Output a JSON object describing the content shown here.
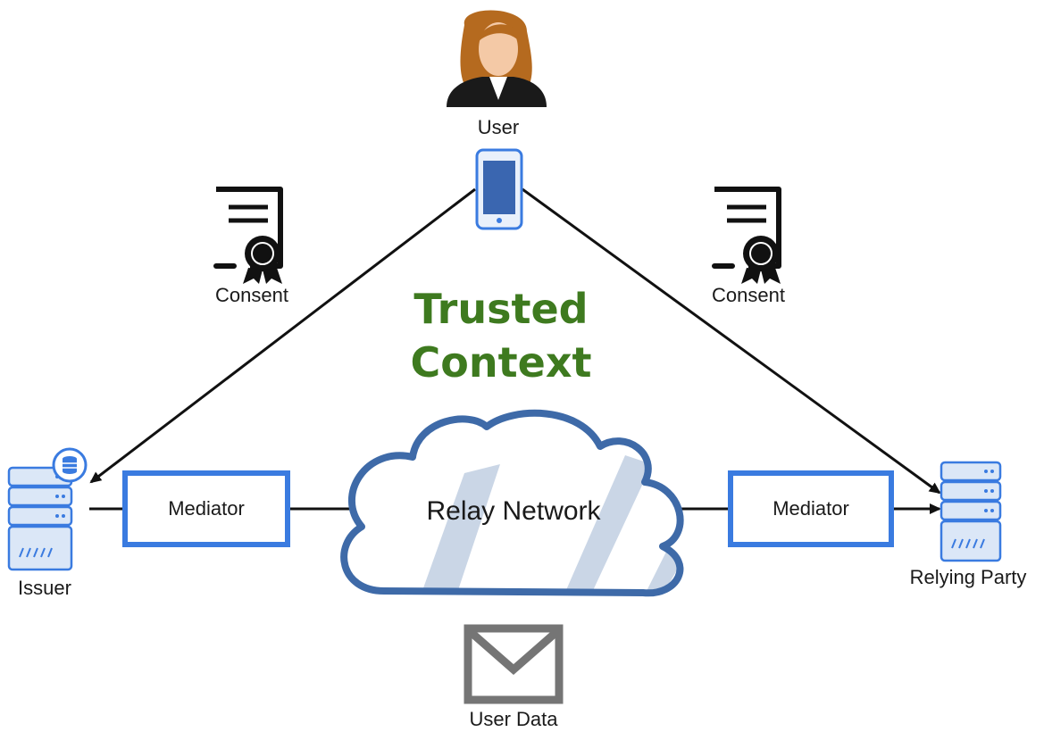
{
  "nodes": {
    "user": {
      "label": "User"
    },
    "issuer": {
      "label": "Issuer"
    },
    "relying_party": {
      "label": "Relying Party"
    }
  },
  "documents": {
    "consent_left": "Consent",
    "consent_right": "Consent",
    "user_data": "User Data"
  },
  "mediators": {
    "left": "Mediator",
    "right": "Mediator"
  },
  "relay_network": {
    "label": "Relay Network"
  },
  "context": {
    "line1": "Trusted",
    "line2": "Context",
    "color": "#3e7a1f"
  },
  "colors": {
    "accent_blue": "#3a7be0",
    "cloud_stroke": "#3e6aa8",
    "server_fill": "#dbe7f7",
    "line": "#111111"
  },
  "icons": {
    "user": "user-avatar-icon",
    "phone": "smartphone-icon",
    "consent": "certificate-icon",
    "server": "server-icon",
    "database": "database-icon",
    "envelope": "envelope-icon",
    "cloud": "cloud-icon"
  }
}
